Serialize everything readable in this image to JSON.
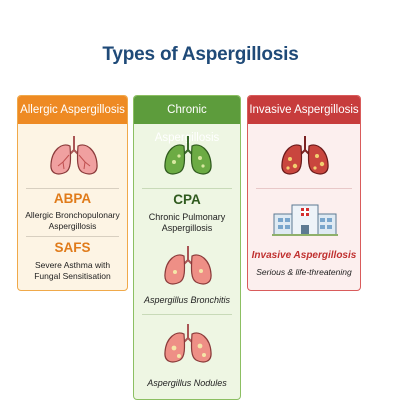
{
  "title": "Types of Aspergillosis",
  "columns": {
    "allergic": {
      "header": "Allergic Aspergillosis",
      "items": [
        {
          "abbr": "ABPA",
          "text": "Allergic Bronchopulonary Aspergillosis"
        },
        {
          "abbr": "SAFS",
          "text": "Severe Asthma with Fungal Sensitisation"
        }
      ]
    },
    "chronic": {
      "header": "Chronic Aspergillosis",
      "items": [
        {
          "abbr": "CPA",
          "text": "Chronic Pulmonary Aspergillosis"
        },
        {
          "text": "Aspergillus Bronchitis"
        },
        {
          "text": "Aspergillus Nodules"
        }
      ]
    },
    "invasive": {
      "header": "Invasive Aspergillosis",
      "items": [
        {
          "text": "Invasive Aspergillosis",
          "subtext": "Serious & life-threatening"
        }
      ]
    }
  },
  "colors": {
    "allergic": "#ee8a23",
    "chronic": "#5d9c3c",
    "invasive": "#c73c3c",
    "title": "#1f4a78"
  },
  "icons": [
    "lungs-icon",
    "hospital-icon"
  ]
}
